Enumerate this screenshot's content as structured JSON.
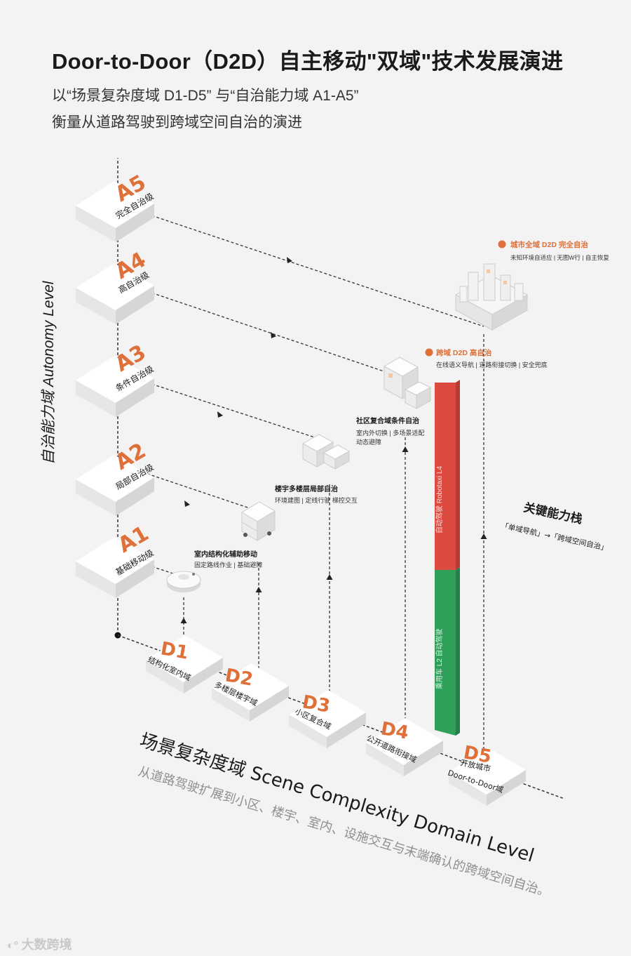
{
  "header": {
    "title": "Door-to-Door（D2D）自主移动\"双域\"技术发展演进",
    "subtitle_line1": "以“场景复杂度域 D1-D5” 与“自治能力域 A1-A5”",
    "subtitle_line2": "衡量从道路驾驶到跨域空间自治的演进"
  },
  "y_axis": {
    "label": "自治能力域 Autonomy Level"
  },
  "x_axis": {
    "label": "场景复杂度域 Scene Complexity Domain Level",
    "caption": "从道路驾驶扩展到小区、楼宇、室内、设施交互与末端确认的跨域空间自治。"
  },
  "autonomy_levels": [
    {
      "code": "A5",
      "name": "完全自治级"
    },
    {
      "code": "A4",
      "name": "高自治级"
    },
    {
      "code": "A3",
      "name": "条件自治级"
    },
    {
      "code": "A2",
      "name": "局部自治级"
    },
    {
      "code": "A1",
      "name": "基础移动级"
    }
  ],
  "domain_levels": [
    {
      "code": "D1",
      "name": "结构化室内域"
    },
    {
      "code": "D2",
      "name": "多楼层楼宇域"
    },
    {
      "code": "D3",
      "name": "小区复合域"
    },
    {
      "code": "D4",
      "name": "公开道路衔接域"
    },
    {
      "code": "D5",
      "name_line1": "开放城市",
      "name_line2": "Door-to-Door域"
    }
  ],
  "stages": [
    {
      "title": "室内结构化辅助移动",
      "desc": "固定路线作业 | 基础避障"
    },
    {
      "title": "楼宇多楼层局部自治",
      "desc": "环境建图 | 定线行驶   梯控交互"
    },
    {
      "title": "社区复合域条件自治",
      "desc_line1": "室内外切换 | 多场景适配",
      "desc_line2": "动态避障"
    },
    {
      "title": "跨域 D2D 高自治",
      "desc": "在线语义导航 | 道路衔接切换 | 安全兜底"
    },
    {
      "title": "城市全域 D2D 完全自治",
      "desc": "未知环境自适应 | 无图W行 | 自主恢复"
    }
  ],
  "bar": {
    "top_label": "自动驾驶 Robotaxi L4",
    "bottom_label": "乘用车 L2 自动驾驶",
    "top_color": "#dc4a40",
    "bottom_color": "#2ea05a"
  },
  "key_stack": {
    "title": "关键能力栈",
    "desc": "「单域导航」→「跨域空间自治」"
  },
  "colors": {
    "accent": "#e0703a",
    "text": "#1a1a1a"
  },
  "watermark": "大数跨境"
}
